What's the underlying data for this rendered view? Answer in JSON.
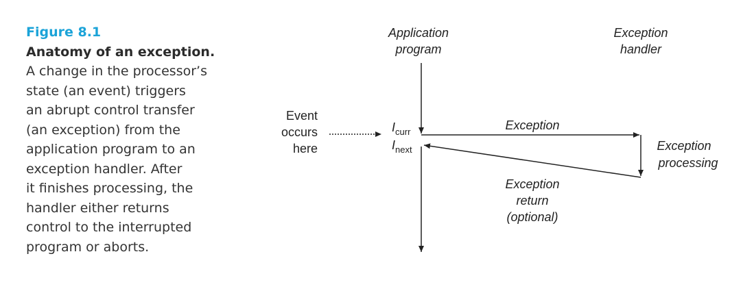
{
  "figure": {
    "label": "Figure 8.1",
    "title": "Anatomy of an exception.",
    "caption_lines": [
      "A change in the processor’s",
      "state (an event) triggers",
      "an abrupt control transfer",
      "(an exception) from the",
      "application program to an",
      "exception handler. After",
      "it finishes processing, the",
      "handler either returns",
      "control to the interrupted",
      "program or aborts."
    ]
  },
  "diagram": {
    "application_program": [
      "Application",
      "program"
    ],
    "exception_handler": [
      "Exception",
      "handler"
    ],
    "event_occurs": [
      "Event",
      "occurs",
      "here"
    ],
    "i_curr": {
      "base": "I",
      "sub": "curr"
    },
    "i_next": {
      "base": "I",
      "sub": "next"
    },
    "exception_label": "Exception",
    "exception_processing": [
      "Exception",
      "processing"
    ],
    "exception_return": [
      "Exception",
      "return",
      "(optional)"
    ]
  }
}
